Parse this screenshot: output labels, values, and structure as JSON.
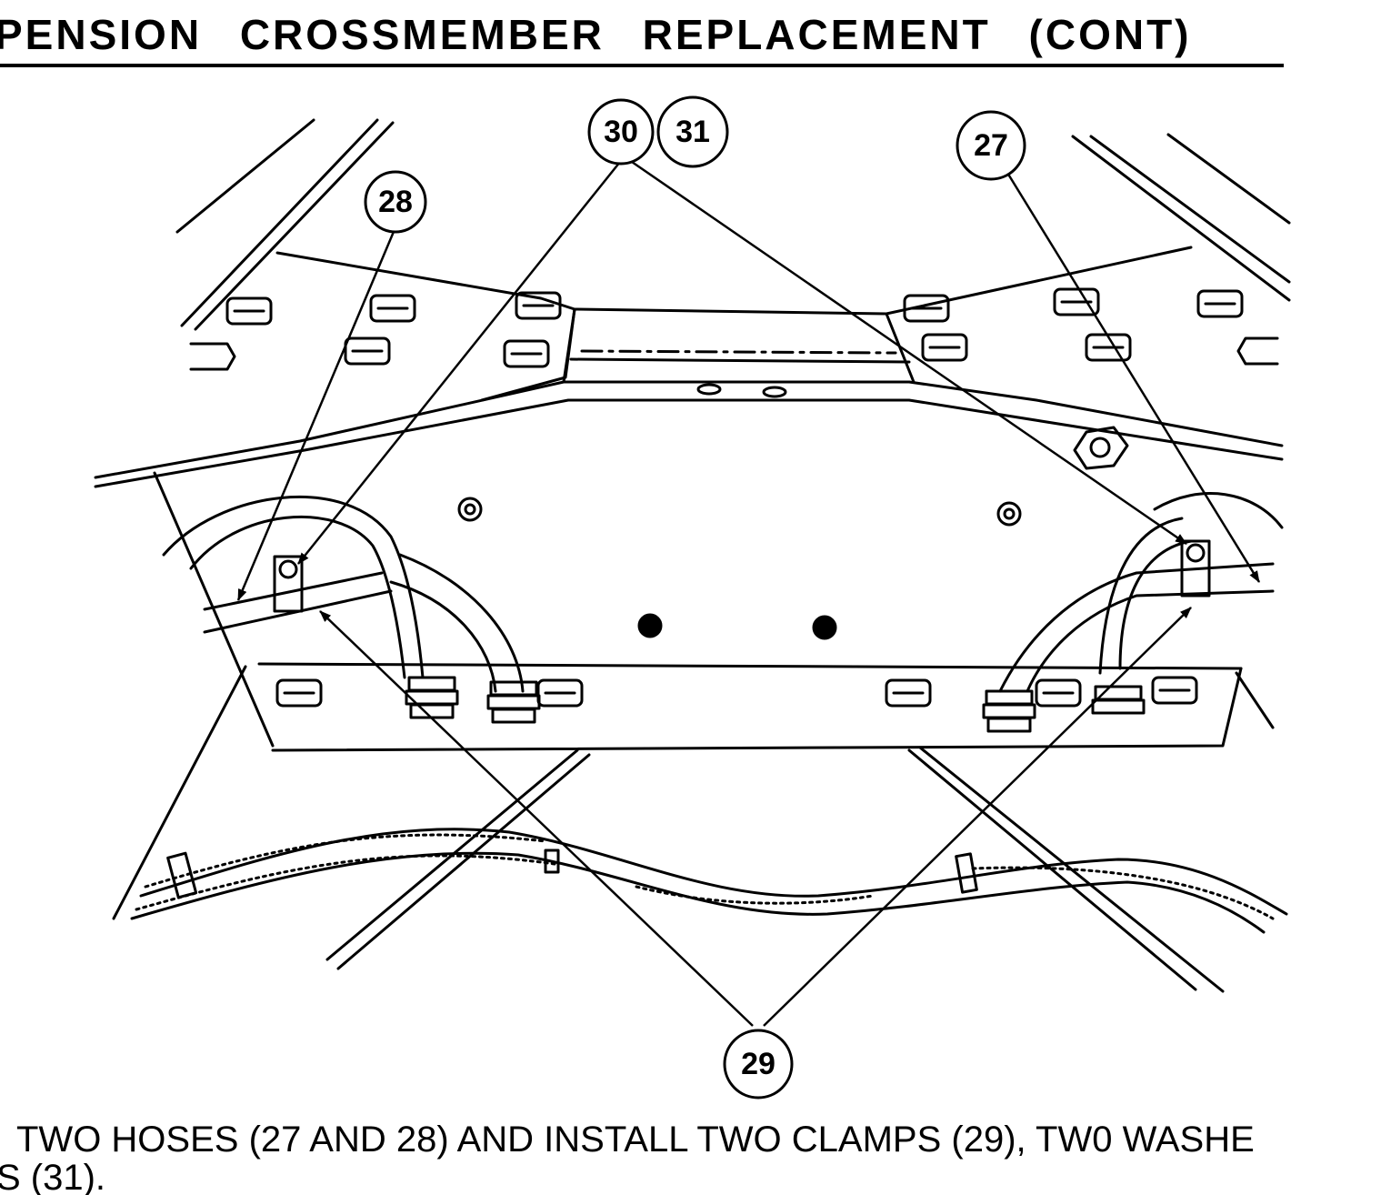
{
  "page": {
    "heading": "PENSION CROSSMEMBER REPLACEMENT (CONT)"
  },
  "figure": {
    "callouts": {
      "c27": "27",
      "c28": "28",
      "c29": "29",
      "c30": "30",
      "c31": "31"
    }
  },
  "instruction": {
    "line1": "TWO HOSES (27 AND 28) AND INSTALL TWO CLAMPS (29), TW0 WASHE",
    "line2": "S (31)."
  }
}
